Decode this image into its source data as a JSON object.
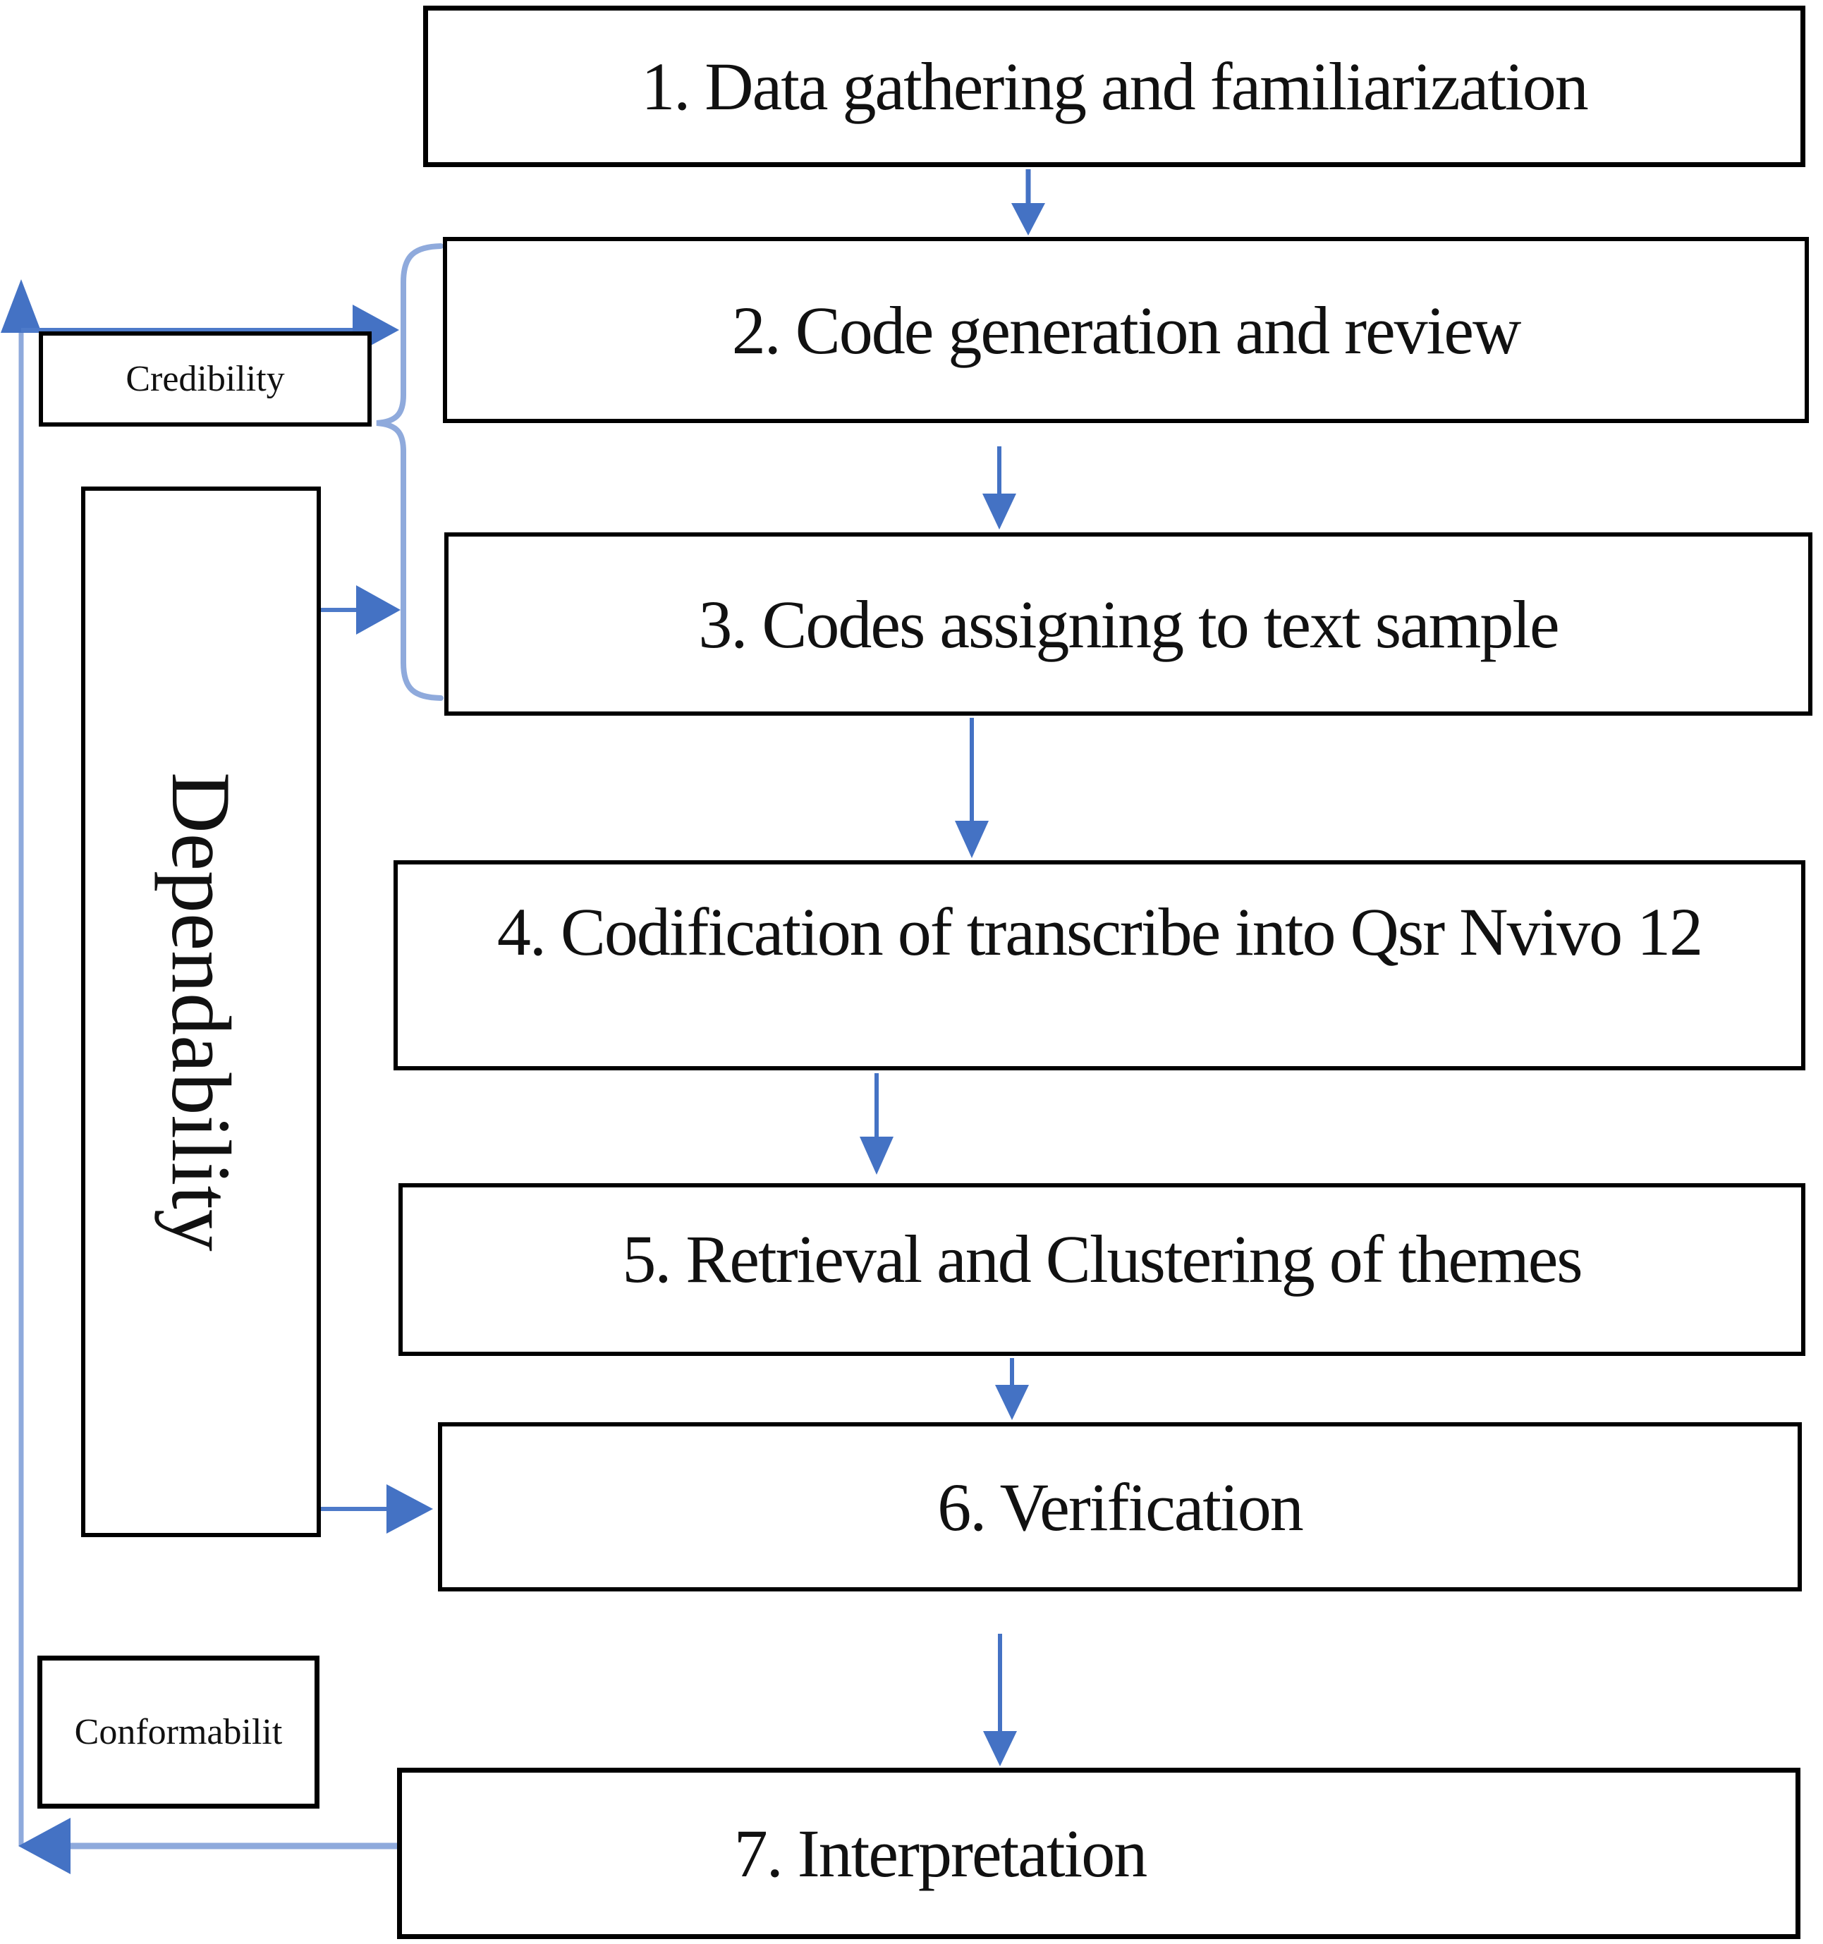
{
  "steps": [
    {
      "label": "1. Data gathering and familiarization"
    },
    {
      "label": "2. Code generation and review"
    },
    {
      "label": "3. Codes assigning to text sample"
    },
    {
      "label": "4. Codification of transcribe into Qsr Nvivo 12"
    },
    {
      "label": "5. Retrieval and Clustering of themes"
    },
    {
      "label": "6. Verification"
    },
    {
      "label": "7. Interpretation"
    }
  ],
  "qualifiers": {
    "credibility": "Credibility",
    "dependability": "Dependability",
    "conformability": "Conformabilit"
  },
  "colors": {
    "arrow_dark": "#4472c4",
    "arrow_mid": "#4d7ac9",
    "arrow_light": "#8faadc",
    "box_border": "#000000"
  }
}
